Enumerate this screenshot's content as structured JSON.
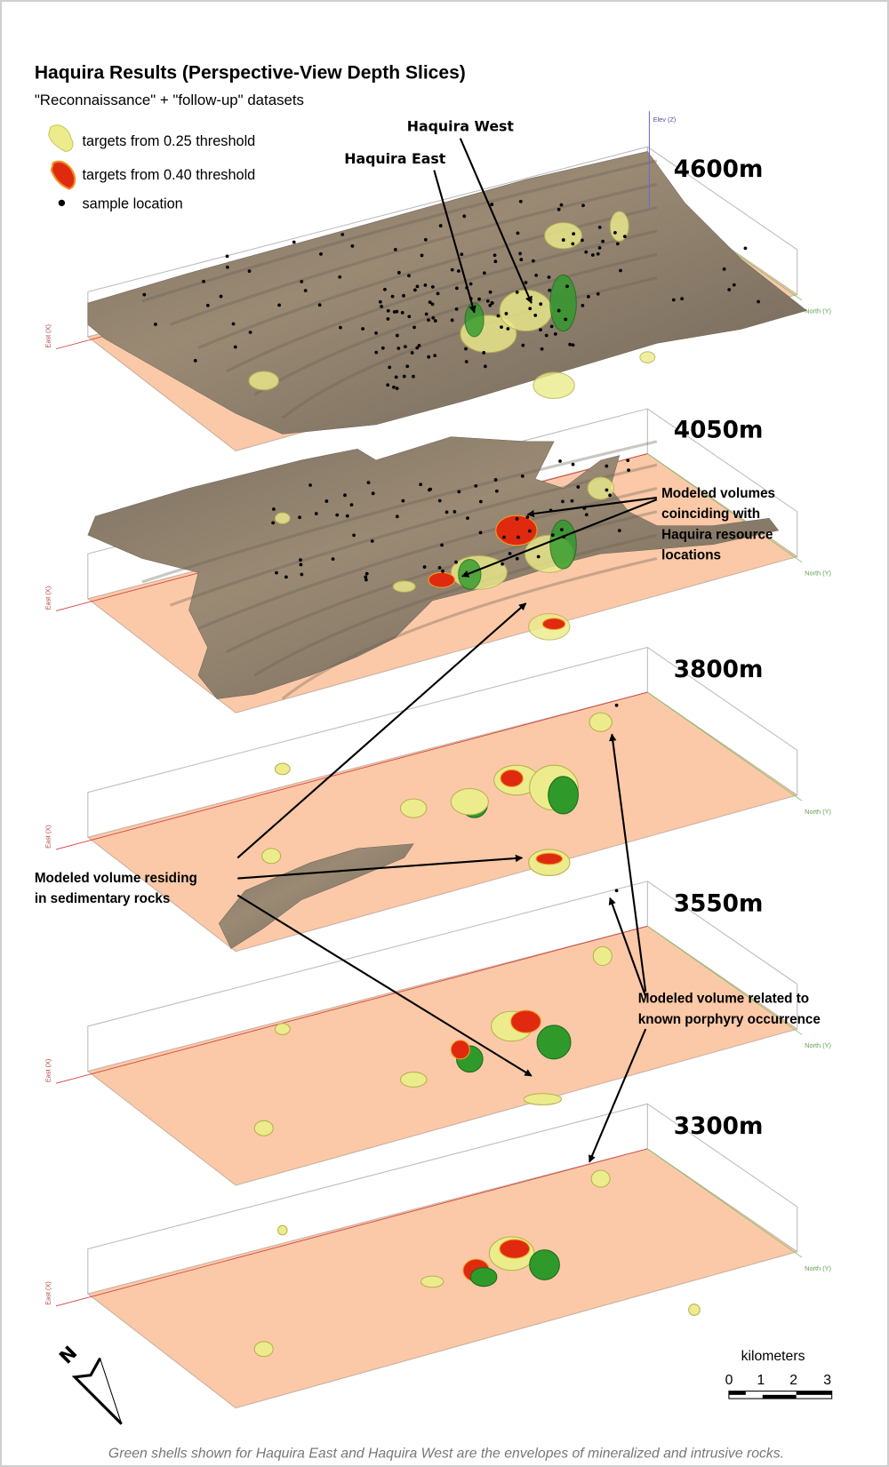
{
  "title": "Haquira Results (Perspective-View Depth Slices)",
  "subtitle": "\"Reconnaissance\" + \"follow-up\" datasets",
  "legend": [
    {
      "icon": "yellow-target-shell-icon",
      "label": "targets from 0.25 threshold",
      "color": "#ecec8c"
    },
    {
      "icon": "red-target-shell-icon",
      "label": "targets from 0.40 threshold",
      "color": "#e02a10"
    },
    {
      "icon": "sample-dot-icon",
      "label": "sample location",
      "color": "#000000"
    }
  ],
  "axes": {
    "elev": "Elev (Z)",
    "east": "East (X)",
    "north": "North (Y)"
  },
  "slices": [
    {
      "label": "4600m"
    },
    {
      "label": "4050m"
    },
    {
      "label": "3800m"
    },
    {
      "label": "3550m"
    },
    {
      "label": "3300m"
    }
  ],
  "sites": {
    "west": "Haquira West",
    "east": "Haquira East"
  },
  "annotations": {
    "resource": [
      "Modeled volumes",
      "coinciding with",
      "Haquira resource",
      "locations"
    ],
    "sedimentary": [
      "Modeled volume residing",
      "in sedimentary rocks"
    ],
    "porphyry": [
      "Modeled volume related to",
      "known porphyry occurrence"
    ]
  },
  "scale": {
    "unit": "kilometers",
    "ticks": [
      "0",
      "1",
      "2",
      "3"
    ]
  },
  "north_arrow": "N",
  "caption": "Green shells shown for Haquira East and Haquira West are the envelopes of mineralized and intrusive rocks.",
  "colors": {
    "plane": "#fbc9a8",
    "terrain": "#8c7b68",
    "target_low": "#ecec8c",
    "target_high": "#e02a10",
    "shell": "#2f9a2a",
    "east_axis": "#d04040",
    "north_axis": "#7cc46a",
    "elev_axis": "#6a6ad0"
  }
}
